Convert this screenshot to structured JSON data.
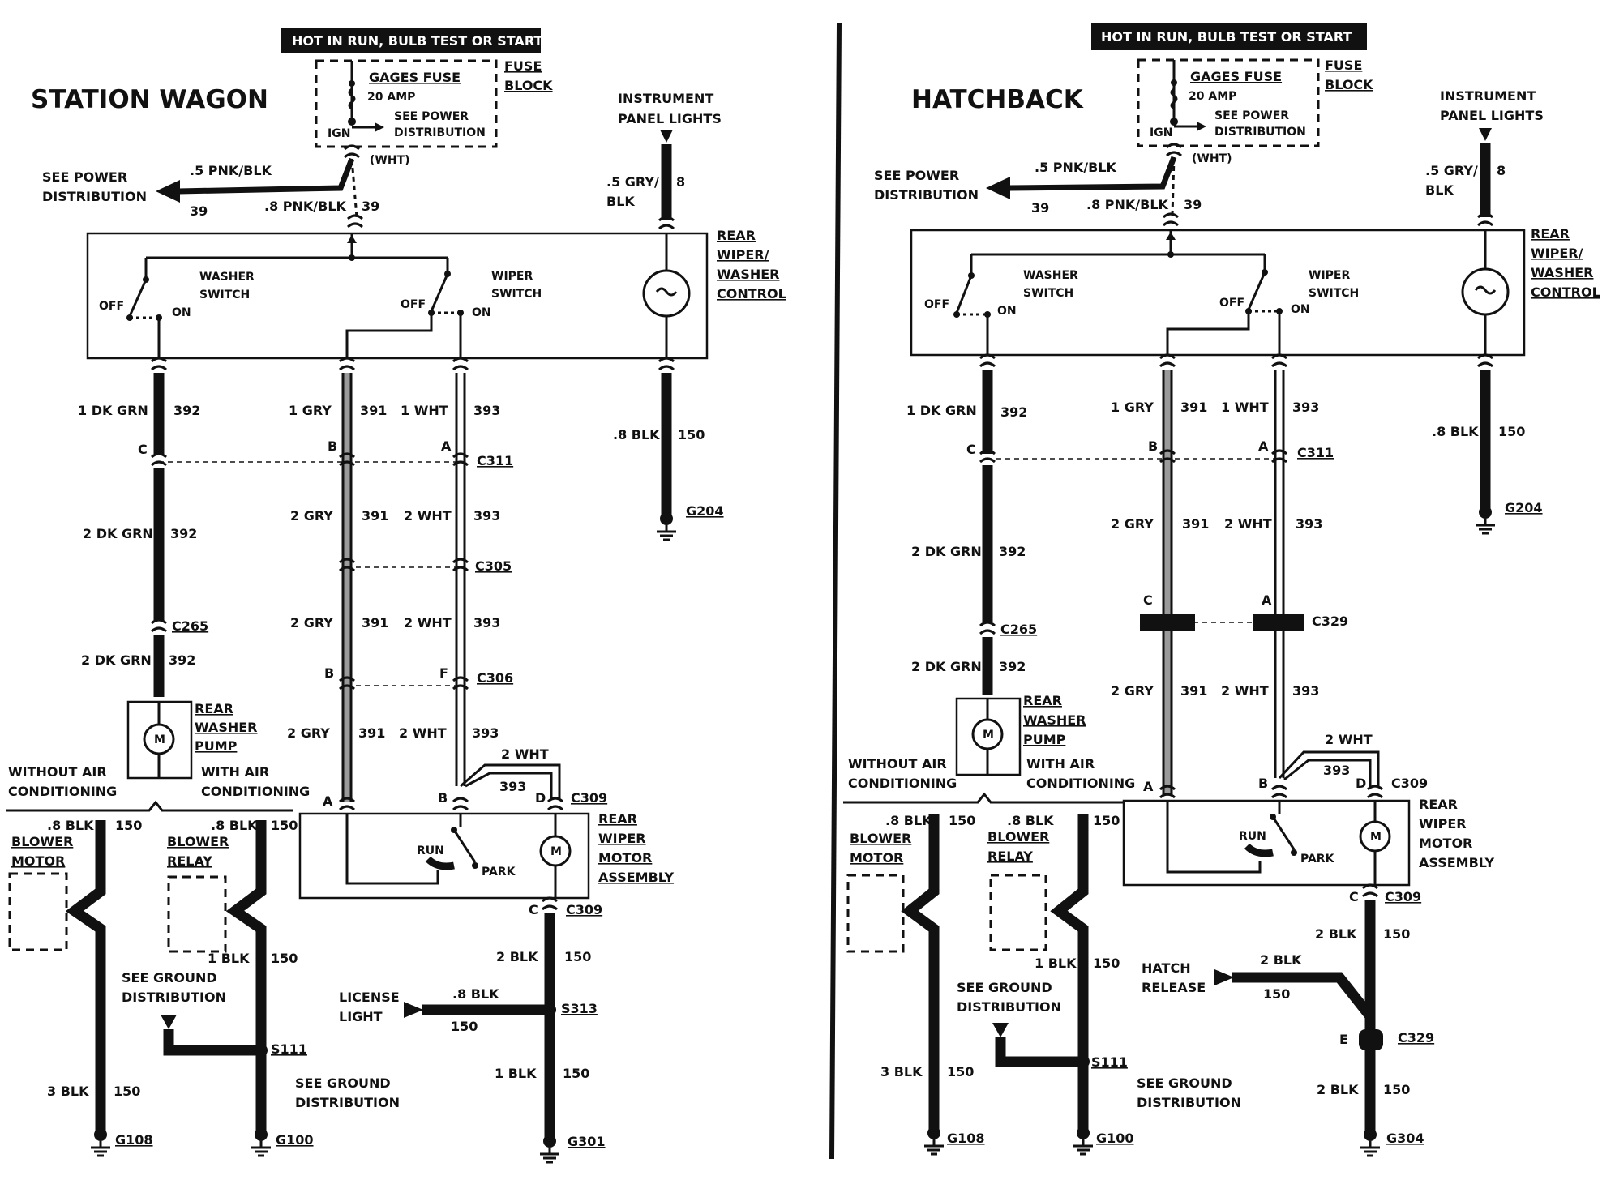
{
  "left": {
    "title": "STATION WAGON",
    "hot_label": "HOT IN RUN, BULB TEST OR START",
    "fuse_name": "GAGES FUSE",
    "fuse_amp": "20 AMP",
    "fuse_see1": "SEE POWER",
    "fuse_see2": "DISTRIBUTION",
    "ign": "IGN",
    "fuse_block1": "FUSE",
    "fuse_block2": "BLOCK",
    "wht": "(WHT)",
    "see_power1": "SEE POWER",
    "see_power2": "DISTRIBUTION",
    "pnk5": ".5 PNK/BLK",
    "pnk8": ".8 PNK/BLK",
    "c39a": "39",
    "c39b": "39",
    "ipl1": "INSTRUMENT",
    "ipl2": "PANEL LIGHTS",
    "gry5a": ".5 GRY/",
    "gry5b": "BLK",
    "c8": "8",
    "ctrl1": "REAR",
    "ctrl2": "WIPER/",
    "ctrl3": "WASHER",
    "ctrl4": "CONTROL",
    "washer_sw1": "WASHER",
    "washer_sw2": "SWITCH",
    "wiper_sw1": "WIPER",
    "wiper_sw2": "SWITCH",
    "off": "OFF",
    "on": "ON",
    "w1dkgrn": "1 DK GRN",
    "c392": "392",
    "w1gry": "1 GRY",
    "c391": "391",
    "w1wht": "1 WHT",
    "c393": "393",
    "w8blk": ".8 BLK",
    "c150": "150",
    "g204": "G204",
    "C": "C",
    "B": "B",
    "A": "A",
    "F": "F",
    "D": "D",
    "c311": "C311",
    "w2dkgrn": "2 DK GRN",
    "w2gry": "2 GRY",
    "w2wht": "2 WHT",
    "c305": "C305",
    "c265": "C265",
    "c306": "C306",
    "pump1": "REAR",
    "pump2": "WASHER",
    "pump3": "PUMP",
    "m": "M",
    "woac1": "WITHOUT AIR",
    "woac2": "CONDITIONING",
    "wac1": "WITH AIR",
    "wac2": "CONDITIONING",
    "c309": "C309",
    "motor1": "REAR",
    "motor2": "WIPER",
    "motor3": "MOTOR",
    "motor4": "ASSEMBLY",
    "run": "RUN",
    "park": "PARK",
    "bm1": "BLOWER",
    "bm2": "MOTOR",
    "br1": "BLOWER",
    "br2": "RELAY",
    "w1blk": "1 BLK",
    "w2blk": "2 BLK",
    "w3blk": "3 BLK",
    "see_ground1": "SEE GROUND",
    "see_ground2": "DISTRIBUTION",
    "s111": "S111",
    "s313": "S313",
    "lic1": "LICENSE",
    "lic2": "LIGHT",
    "g108": "G108",
    "g100": "G100",
    "g301": "G301"
  },
  "right": {
    "title": "HATCHBACK",
    "hot_label": "HOT IN RUN,  BULB TEST OR START",
    "fuse_name": "GAGES FUSE",
    "fuse_amp": "20 AMP",
    "fuse_see1": "SEE POWER",
    "fuse_see2": "DISTRIBUTION",
    "ign": "IGN",
    "fuse_block1": "FUSE",
    "fuse_block2": "BLOCK",
    "wht": "(WHT)",
    "see_power1": "SEE POWER",
    "see_power2": "DISTRIBUTION",
    "pnk5": ".5 PNK/BLK",
    "pnk8": ".8 PNK/BLK",
    "c39a": "39",
    "c39b": "39",
    "ipl1": "INSTRUMENT",
    "ipl2": "PANEL LIGHTS",
    "gry5a": ".5 GRY/",
    "gry5b": "BLK",
    "c8": "8",
    "ctrl1": "REAR",
    "ctrl2": "WIPER/",
    "ctrl3": "WASHER",
    "ctrl4": "CONTROL",
    "washer_sw1": "WASHER",
    "washer_sw2": "SWITCH",
    "wiper_sw1": "WIPER",
    "wiper_sw2": "SWITCH",
    "off": "OFF",
    "on": "ON",
    "w1dkgrn": "1 DK GRN",
    "c392": "392",
    "w1gry": "1 GRY",
    "c391": "391",
    "w1wht": "1 WHT",
    "c393": "393",
    "w8blk": ".8 BLK",
    "c150": "150",
    "g204": "G204",
    "C": "C",
    "B": "B",
    "A": "A",
    "D": "D",
    "E": "E",
    "c311": "C311",
    "w2dkgrn": "2 DK GRN",
    "w2gry": "2 GRY",
    "w2wht": "2 WHT",
    "c329": "C329",
    "c265": "C265",
    "pump1": "REAR",
    "pump2": "WASHER",
    "pump3": "PUMP",
    "m": "M",
    "woac1": "WITHOUT AIR",
    "woac2": "CONDITIONING",
    "wac1": "WITH AIR",
    "wac2": "CONDITIONING",
    "c309": "C309",
    "motor1": "REAR",
    "motor2": "WIPER",
    "motor3": "MOTOR",
    "motor4": "ASSEMBLY",
    "run": "RUN",
    "park": "PARK",
    "bm1": "BLOWER",
    "bm2": "MOTOR",
    "br1": "BLOWER",
    "br2": "RELAY",
    "w1blk": "1 BLK",
    "w2blk": "2 BLK",
    "w3blk": "3 BLK",
    "see_ground1": "SEE GROUND",
    "see_ground2": "DISTRIBUTION",
    "s111": "S111",
    "hatch1": "HATCH",
    "hatch2": "RELEASE",
    "g108": "G108",
    "g100": "G100",
    "g304": "G304"
  }
}
